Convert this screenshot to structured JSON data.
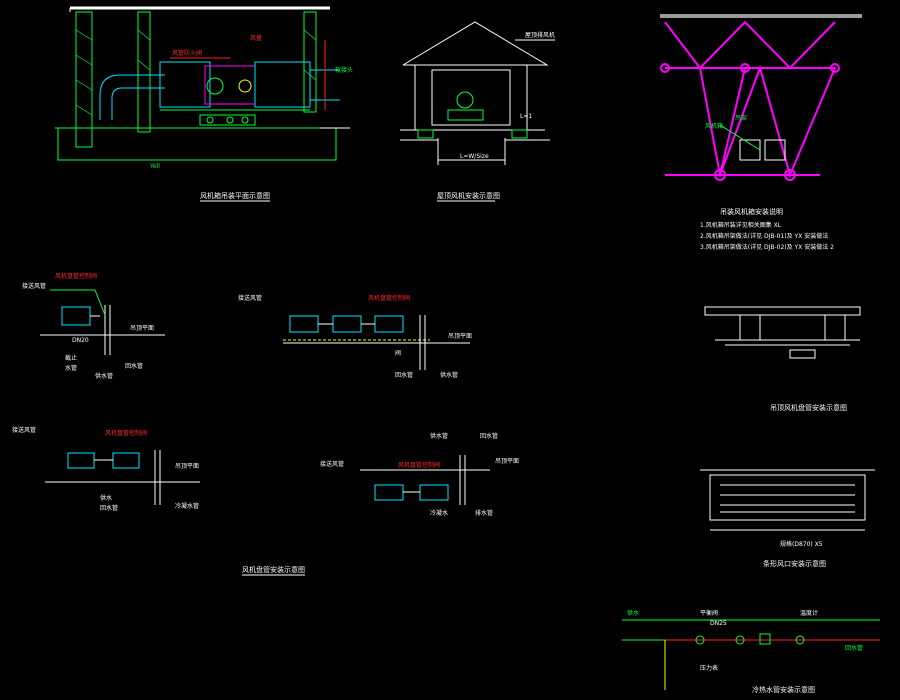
{
  "colors": {
    "background": "#000000",
    "primary_green": "#00ff3a",
    "cyan": "#00e5ff",
    "yellow": "#ffff00",
    "magenta": "#ff00ff",
    "red": "#ff2020",
    "white": "#ffffff"
  },
  "captions": {
    "duct_section": "风机箱吊装平面示意图",
    "fan_house": "屋顶风机安装示意图",
    "truss_notes_title": "吊装风机箱安装说明",
    "truss_note_1": "1.风机箱吊装详见相关图集 XL",
    "truss_note_2": "2.风机箱吊架做法(详见 DJB-01)及 YX 安装做法",
    "truss_note_3": "3.风机箱吊架做法(详见 DJB-02)及 YX 安装做法 2",
    "fan_coil_group": "风机盘管安装示意图",
    "ceiling_unit": "吊顶风机盘管安装示意图",
    "diffuser_size": "规格(D870) X5",
    "diffuser_caption": "条形风口安装示意图",
    "pipe_caption": "冷热水管安装示意图"
  },
  "labels": {
    "duct_red_1": "风管防火阀",
    "duct_red_2": "风量",
    "duct_green_left": "软接头",
    "duct_green_bottom": "Yell",
    "fan_roof": "屋顶排风机",
    "fan_width": "L=W/Size",
    "fan_right": "L=1",
    "fc1_red": "风机盘管控制阀",
    "fc1_left": "接送风管",
    "fc1_right": "吊顶平面",
    "fc1_b1": "截止",
    "fc1_b2": "水管",
    "fc1_b3": "回水管",
    "fc1_b4": "供水管",
    "fc1_pipe": "DN20",
    "fc2_red": "风机盘管控制阀",
    "fc2_left": "接送风管",
    "fc2_right": "吊顶平面",
    "fc2_b1": "阀",
    "fc2_b2": "回水管",
    "fc2_b3": "供水管",
    "fc3_red": "风机盘管控制阀",
    "fc3_left": "接送风管",
    "fc3_right": "吊顶平面",
    "fc3_b1": "供水",
    "fc3_b2": "回水管",
    "fc3_b3": "冷凝水管",
    "fc4_red": "风机盘管控制阀",
    "fc4_left": "接送风管",
    "fc4_right": "吊顶平面",
    "fc4_t1": "供水管",
    "fc4_t2": "回水管",
    "fc4_b1": "冷凝水",
    "fc4_b2": "排水管",
    "pipe_dn": "DN25",
    "pipe_left": "供水",
    "pipe_right": "回水管",
    "pipe_top": "平衡阀",
    "pipe_r2": "温度计",
    "pipe_out": "压力表",
    "truss_label_1": "风机箱",
    "truss_label_2": "吊架"
  }
}
